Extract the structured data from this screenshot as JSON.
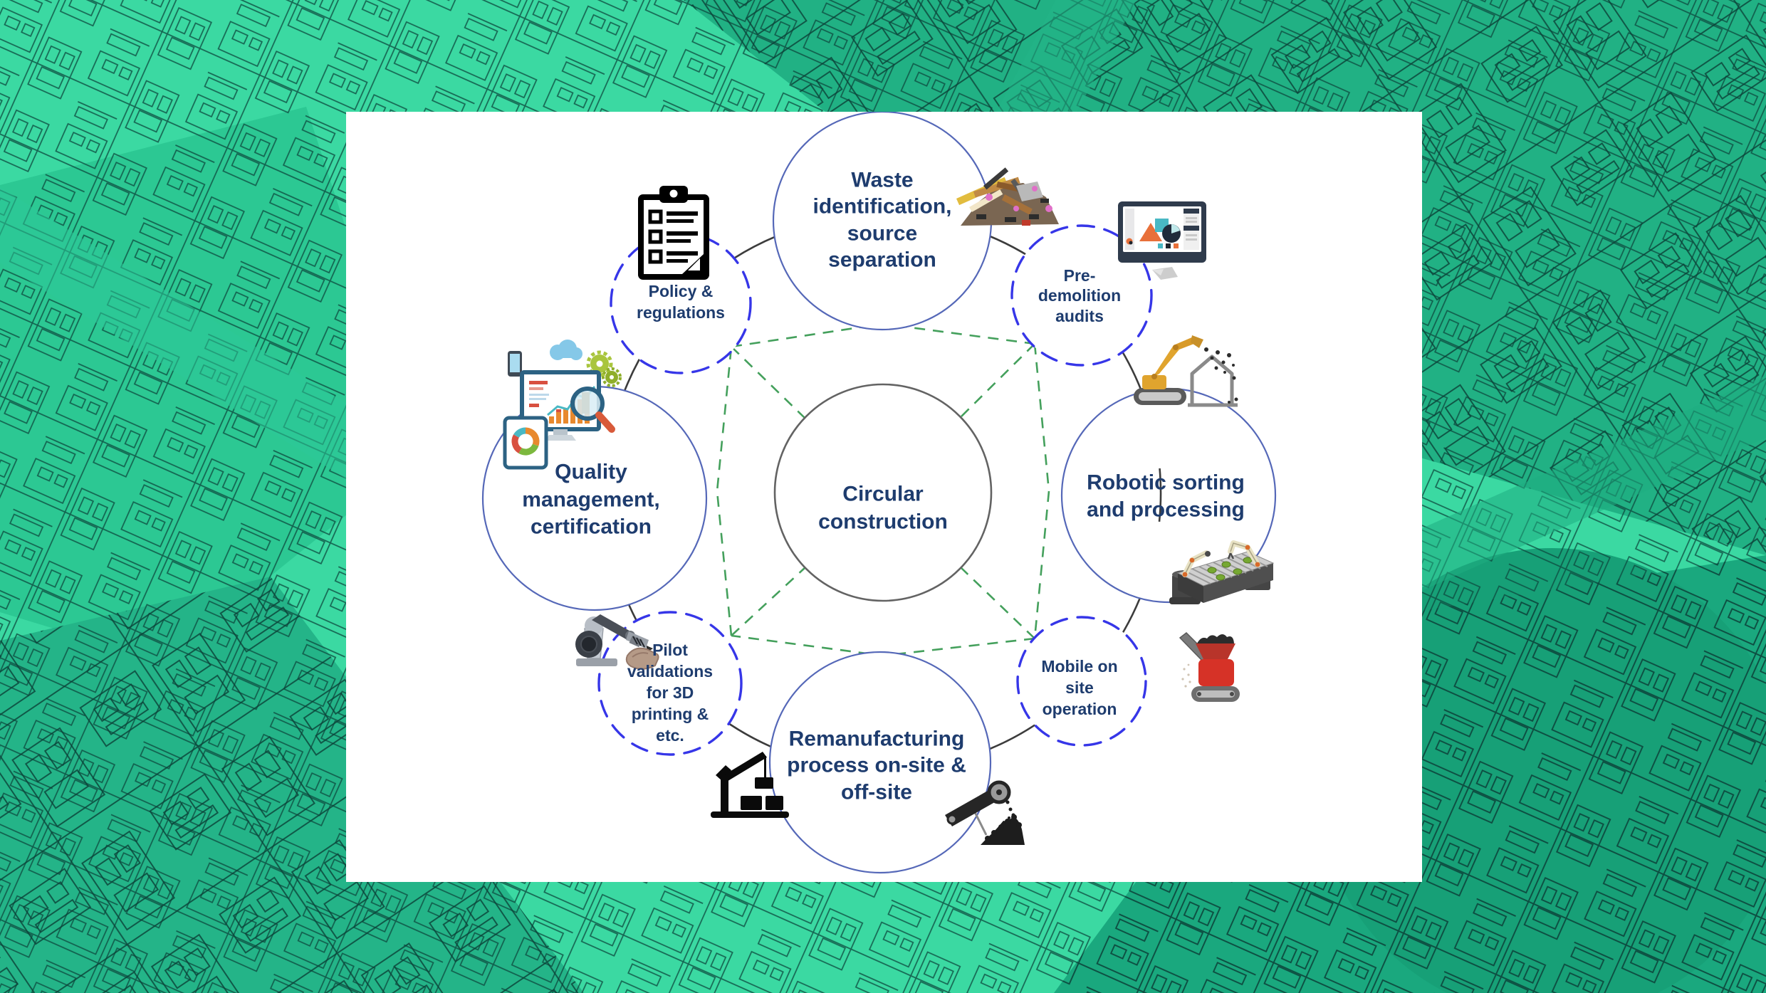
{
  "diagram": {
    "center": {
      "lines": [
        "Circular",
        "construction"
      ]
    },
    "nodes": {
      "waste": {
        "label": "Waste identification, source separation",
        "lines": [
          "Waste",
          "identification,",
          "source",
          "separation"
        ]
      },
      "predemolition": {
        "label": "Pre-demolition audits",
        "lines": [
          "Pre-",
          "demolition",
          "audits"
        ]
      },
      "robotic": {
        "label": "Robotic sorting and processing",
        "lines": [
          "Robotic sorting",
          "and processing"
        ]
      },
      "mobile": {
        "label": "Mobile on site operation",
        "lines": [
          "Mobile on",
          "site",
          "operation"
        ]
      },
      "remanufacturing": {
        "label": "Remanufacturing process on-site & off-site",
        "lines": [
          "Remanufacturing",
          "process on-site &",
          "off-site"
        ]
      },
      "pilot": {
        "label": "Pilot validations for 3D printing & etc.",
        "lines": [
          "Pilot",
          "validations",
          "for 3D",
          "printing &",
          "etc."
        ]
      },
      "quality": {
        "label": "Quality management, certification",
        "lines": [
          "Quality",
          "management,",
          "certification"
        ]
      },
      "policy": {
        "label": "Policy & regulations",
        "lines": [
          "Policy &",
          "regulations"
        ]
      }
    },
    "icons": [
      "clipboard-checklist-icon",
      "waste-pile-icon",
      "presentation-monitor-icon",
      "excavator-demolition-icon",
      "robotic-conveyor-icon",
      "mobile-crusher-icon",
      "rubble-conveyor-icon",
      "crane-icon",
      "robot-arm-3d-printing-icon",
      "analytics-dashboard-icon"
    ],
    "colors": {
      "text_navy": "#1e3c6e",
      "large_circle_stroke": "#5568b8",
      "small_circle_dash_stroke": "#3636e8",
      "center_circle_stroke": "#636363",
      "ring_connector": "#3c3c3c",
      "green_dash": "#44a05c",
      "panel_bg": "#ffffff",
      "bg_base_green": "#3bd9a2",
      "bg_dark_green": "#21b184",
      "bg_darker_green": "#1aa87e",
      "bg_mid_green": "#2cc893"
    }
  }
}
